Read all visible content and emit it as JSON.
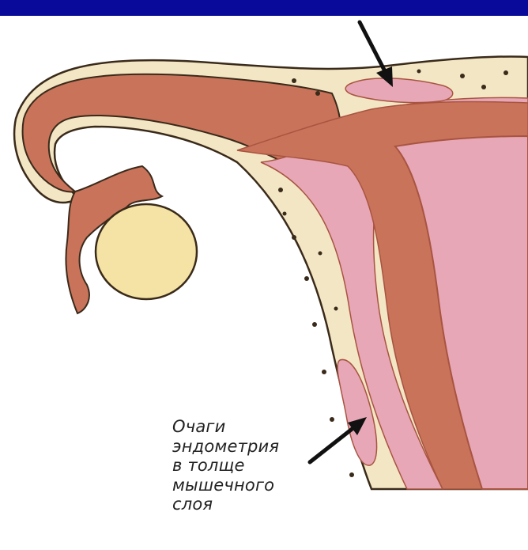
{
  "colors": {
    "top_bar": "#0a0a9a",
    "muscle": "#c9735a",
    "muscle_dark": "#a85440",
    "outline": "#3a2a1a",
    "endometrium": "#e7a7b6",
    "serosa": "#f3e6c4",
    "ovary": "#f4e3a4",
    "arrow": "#111111"
  },
  "caption": {
    "lines": [
      "Очаги",
      "эндометрия",
      "в  толще",
      "мышечного",
      "слоя"
    ]
  }
}
